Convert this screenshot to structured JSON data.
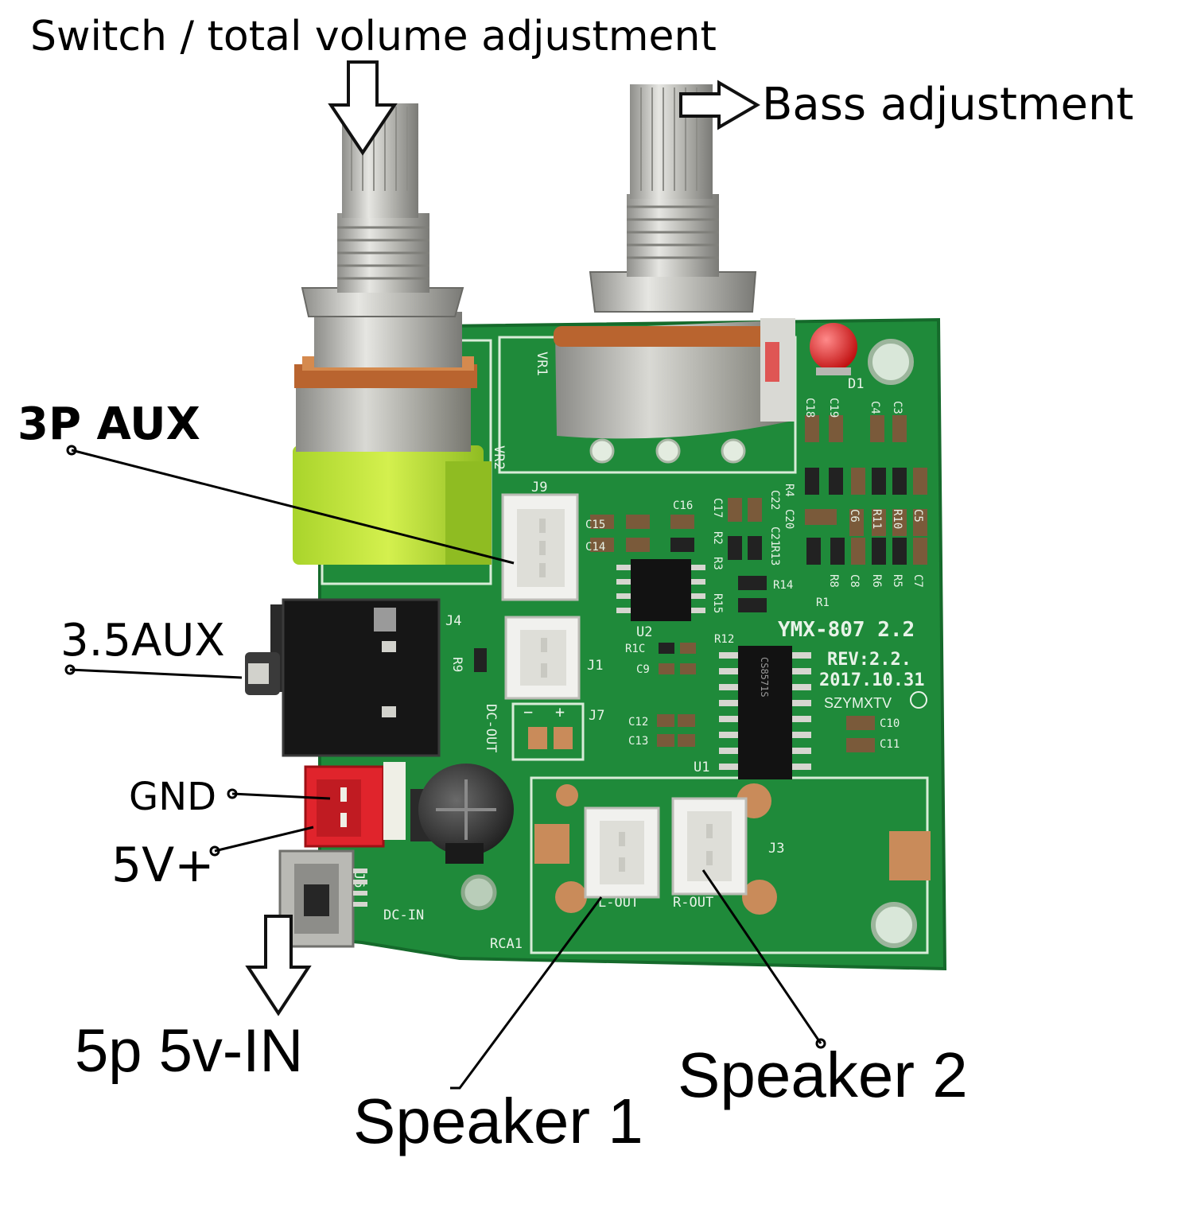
{
  "callouts": {
    "total_volume": "Switch / total volume adjustment",
    "bass": "Bass adjustment",
    "aux_3p": "3P AUX",
    "aux_35": "3.5AUX",
    "gnd": "GND",
    "v5_plus": "5V+",
    "dc_in_5p": "5p 5v-IN",
    "speaker1": "Speaker 1",
    "speaker2": "Speaker 2"
  },
  "board": {
    "model": "YMX-807 2.2",
    "rev": "REV:2.2.",
    "date": "2017.10.31",
    "maker": "SZYMXTV",
    "silkscreen": {
      "vr1": "VR1",
      "vr2": "VR2",
      "j9": "J9",
      "j4": "J4",
      "j1": "J1",
      "j7": "J7",
      "j6": "J6",
      "j3": "J3",
      "u1": "U1",
      "u2": "U2",
      "d1": "D1",
      "r9": "R9",
      "dc_out": "DC-OUT",
      "dc_in": "DC-IN",
      "rca1": "RCA1",
      "l_out": "L-OUT",
      "r_out": "R-OUT",
      "c15": "C15",
      "c14": "C14",
      "c16": "C16",
      "c17": "C17",
      "r2": "R2",
      "r3": "R3",
      "r14": "R14",
      "r15": "R15",
      "r12": "R12",
      "r1c": "R1C",
      "c9": "C9",
      "c12": "C12",
      "c13": "C13",
      "c10": "C10",
      "c11": "C11",
      "r1": "R1",
      "c18": "C18",
      "c19": "C19",
      "c4": "C4",
      "c3": "C3",
      "c5": "C5",
      "c6": "C6",
      "c7": "C7",
      "c8": "C8",
      "r4": "R4",
      "r5": "R5",
      "r6": "R6",
      "r8": "R8",
      "r10": "R10",
      "r11": "R11",
      "r13": "R13",
      "c20": "C20",
      "c21": "C21",
      "c22": "C22",
      "chip": "CS8571S",
      "plus": "+",
      "minus": "−"
    }
  },
  "colors": {
    "pcb": "#1f8a3a",
    "pcb_dark": "#156a2b",
    "connector_white": "#f1f1ee",
    "connector_red": "#e0242c",
    "knob_metal": "#c2c2bd",
    "pot_lime": "#b8e43a",
    "copper": "#c98b5a",
    "led_red": "#e41b1b"
  }
}
